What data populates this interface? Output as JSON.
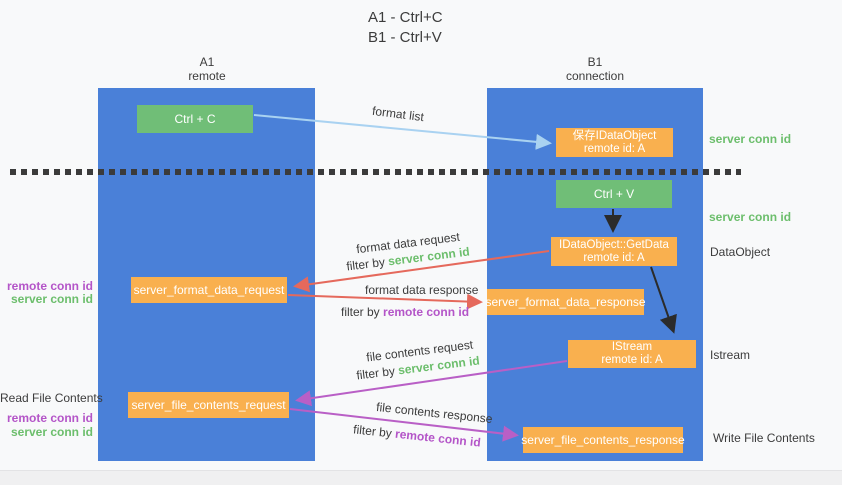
{
  "title": {
    "line1": "A1 - Ctrl+C",
    "line2": "B1 - Ctrl+V"
  },
  "lanes": {
    "left": {
      "name": "A1",
      "subtitle": "remote"
    },
    "right": {
      "name": "B1",
      "subtitle": "connection"
    }
  },
  "nodes": {
    "ctrl_c": "Ctrl + C",
    "ctrl_v": "Ctrl + V",
    "save_idataobject": {
      "line1": "保存IDataObject",
      "line2": "remote id: A"
    },
    "getdata": {
      "line1": "IDataObject::GetData",
      "line2": "remote id: A"
    },
    "istream": {
      "line1": "IStream",
      "line2": "remote id: A"
    },
    "format_data_request": "server_format_data_request",
    "format_data_response": "server_format_data_response",
    "file_contents_request": "server_file_contents_request",
    "file_contents_response": "server_file_contents_response"
  },
  "flow_labels": {
    "format_list": "format list",
    "format_data_request": "format data request",
    "format_data_response": "format data response",
    "file_contents_request": "file contents request",
    "file_contents_response": "file contents response",
    "filter_by": "filter by",
    "server_conn_id": "server conn id",
    "remote_conn_id": "remote conn id"
  },
  "side_labels": {
    "left": {
      "remote_conn_id": "remote conn id",
      "server_conn_id": "server conn id",
      "read_file_contents": "Read File Contents"
    },
    "right": {
      "server_conn_id": "server conn id",
      "dataobject": "DataObject",
      "istream": "Istream",
      "write_file_contents": "Write File Contents"
    }
  },
  "colors": {
    "lane_blue": "#4a80d8",
    "box_green": "#70be77",
    "box_orange": "#f9b04f",
    "green_text": "#6cbe6c",
    "purple_text": "#b455c8",
    "arrow_red": "#e5695c",
    "arrow_purple": "#b95fc6",
    "arrow_blue": "#a9d2f1",
    "arrow_black": "#2b2b2b",
    "text_dark": "#3c3c3c"
  }
}
